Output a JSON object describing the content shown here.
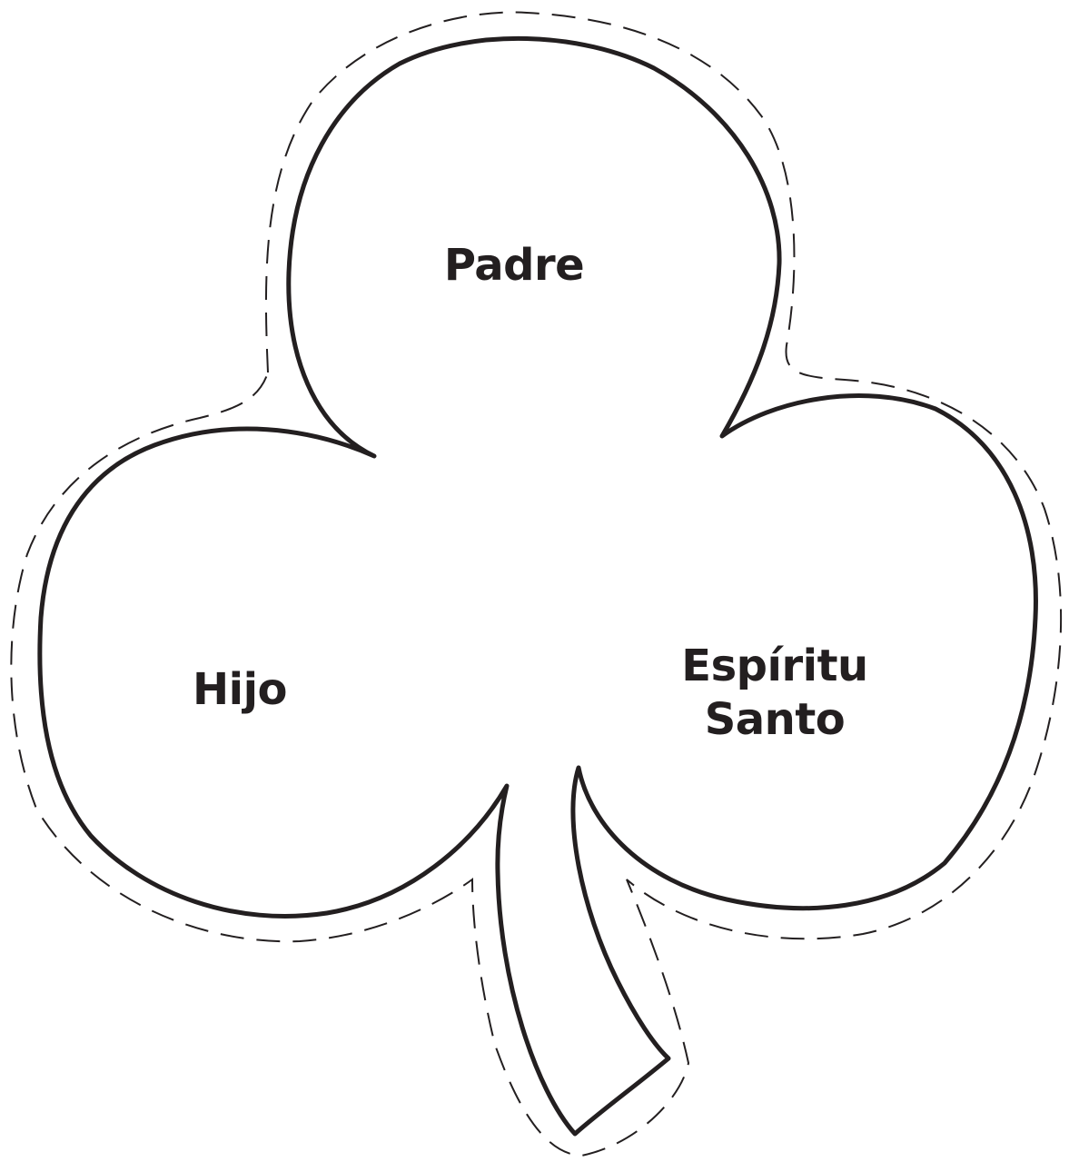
{
  "labels": {
    "top_leaf": "Padre",
    "left_leaf": "Hijo",
    "right_leaf_line1": "Espíritu",
    "right_leaf_line2": "Santo"
  },
  "colors": {
    "outline": "#231f20",
    "cut_line": "#231f20",
    "background": "#ffffff"
  },
  "icons": {
    "shape": "shamrock-cutout",
    "guide": "dashed-cut-line"
  }
}
